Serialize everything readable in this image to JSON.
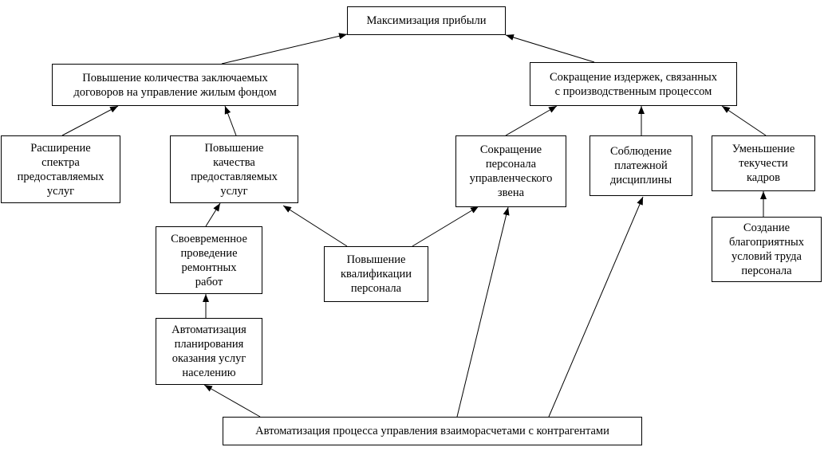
{
  "nodes": {
    "max_profit": "Максимизация прибыли",
    "more_contracts": "Повышение количества заключаемых\nдоговоров на управление жилым фондом",
    "cost_reduction": "Сокращение издержек, связанных\nс производственным процессом",
    "expand_services": "Расширение\nспектра\nпредоставляемых\nуслуг",
    "service_quality": "Повышение\nкачества\nпредоставляемых\nуслуг",
    "staff_reduction": "Сокращение\nперсонала\nуправленческого\nзвена",
    "payment_discipline": "Соблюдение\nплатежной\nдисциплины",
    "turnover_reduction": "Уменьшение\nтекучести\nкадров",
    "timely_repairs": "Своевременное\nпроведение\nремонтных\nработ",
    "qualification": "Повышение\nквалификации\nперсонала",
    "work_conditions": "Создание\nблагоприятных\nусловий труда\nперсонала",
    "planning_automation": "Автоматизация\nпланирования\nоказания услуг\nнаселению",
    "settlement_automation": "Автоматизация процесса управления взаиморасчетами с контрагентами"
  },
  "edges": [
    {
      "from": "more_contracts",
      "to": "max_profit"
    },
    {
      "from": "cost_reduction",
      "to": "max_profit"
    },
    {
      "from": "expand_services",
      "to": "more_contracts"
    },
    {
      "from": "service_quality",
      "to": "more_contracts"
    },
    {
      "from": "staff_reduction",
      "to": "cost_reduction"
    },
    {
      "from": "payment_discipline",
      "to": "cost_reduction"
    },
    {
      "from": "turnover_reduction",
      "to": "cost_reduction"
    },
    {
      "from": "timely_repairs",
      "to": "service_quality"
    },
    {
      "from": "qualification",
      "to": "service_quality"
    },
    {
      "from": "qualification",
      "to": "staff_reduction"
    },
    {
      "from": "work_conditions",
      "to": "turnover_reduction"
    },
    {
      "from": "planning_automation",
      "to": "timely_repairs"
    },
    {
      "from": "settlement_automation",
      "to": "planning_automation"
    },
    {
      "from": "settlement_automation",
      "to": "staff_reduction"
    },
    {
      "from": "settlement_automation",
      "to": "payment_discipline"
    }
  ]
}
